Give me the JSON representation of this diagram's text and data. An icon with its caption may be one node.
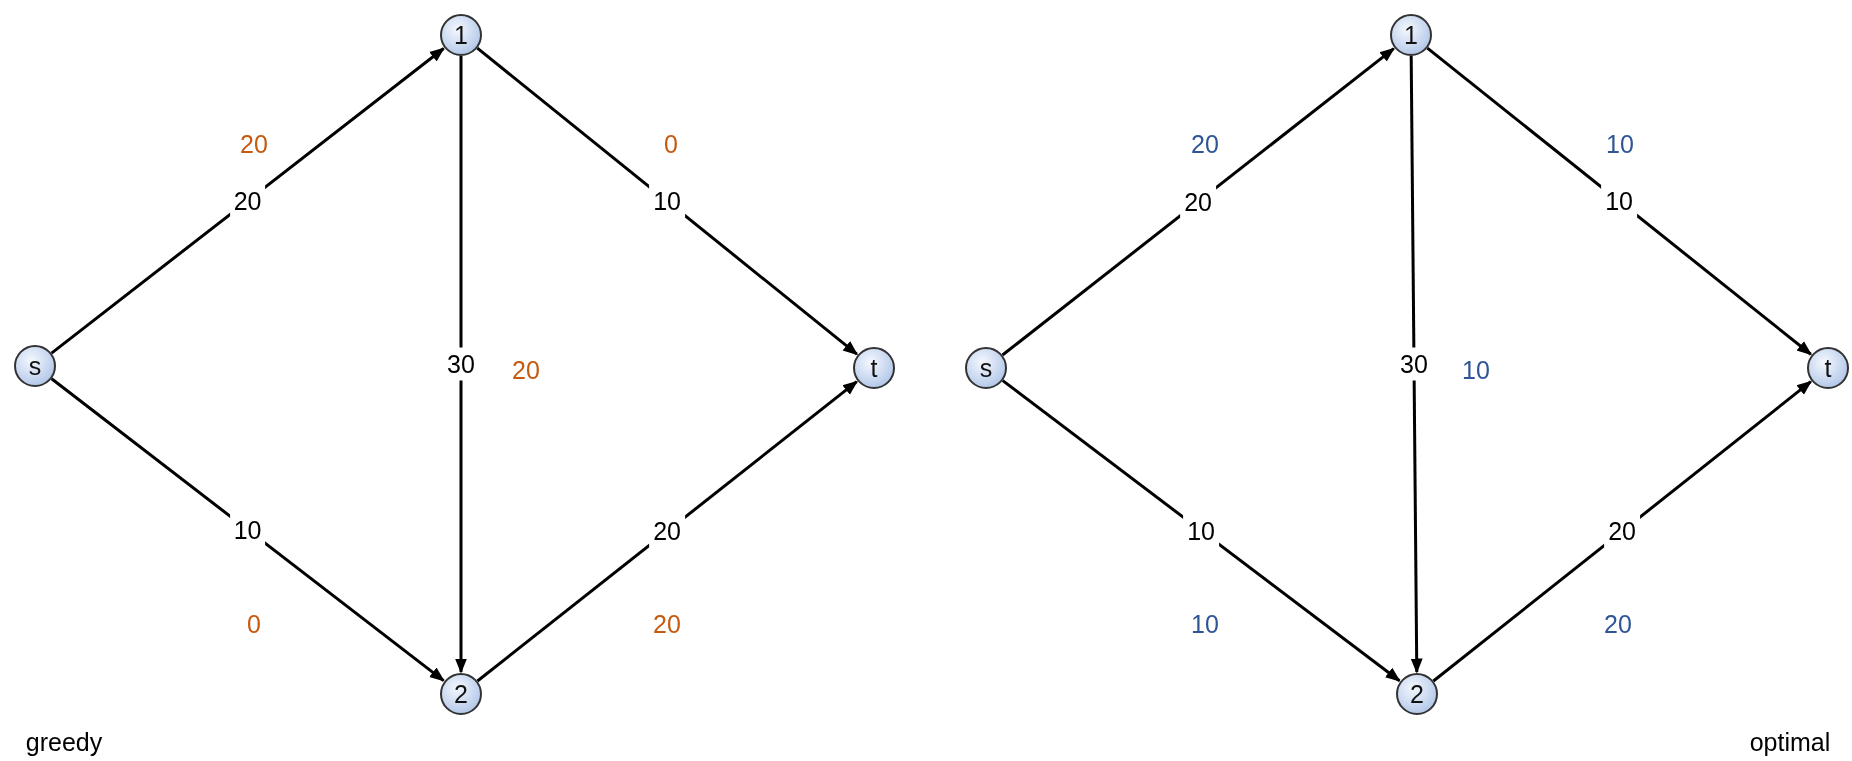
{
  "diagram": {
    "nodes": [
      {
        "text": [
          "s"
        ]
      },
      {
        "text": [
          "1"
        ]
      },
      {
        "text": [
          "2"
        ]
      },
      {
        "text": [
          "t"
        ]
      },
      {
        "text": [
          "s"
        ]
      },
      {
        "text": [
          "1"
        ]
      },
      {
        "text": [
          "2"
        ]
      },
      {
        "text": [
          "t"
        ]
      }
    ],
    "edges": [
      {
        "from": 0,
        "to": 1,
        "arrow": "to",
        "label": "20"
      },
      {
        "from": 0,
        "to": 2,
        "arrow": "to",
        "label": "10"
      },
      {
        "from": 1,
        "to": 2,
        "arrow": "to",
        "label": "30"
      },
      {
        "from": 1,
        "to": 3,
        "arrow": "to",
        "label": "10"
      },
      {
        "from": 2,
        "to": 3,
        "arrow": "to",
        "label": "20"
      },
      {
        "from": 4,
        "to": 5,
        "arrow": "to",
        "label": "20"
      },
      {
        "from": 4,
        "to": 6,
        "arrow": "to",
        "label": "10"
      },
      {
        "from": 5,
        "to": 6,
        "arrow": "to",
        "label": "30"
      },
      {
        "from": 5,
        "to": 7,
        "arrow": "to",
        "label": "10"
      },
      {
        "from": 6,
        "to": 7,
        "arrow": "to",
        "label": "20"
      }
    ],
    "labels": [
      "20",
      "0",
      "20",
      "0",
      "20",
      "greedy",
      "20",
      "10",
      "10",
      "10",
      "20",
      "optimal"
    ]
  }
}
